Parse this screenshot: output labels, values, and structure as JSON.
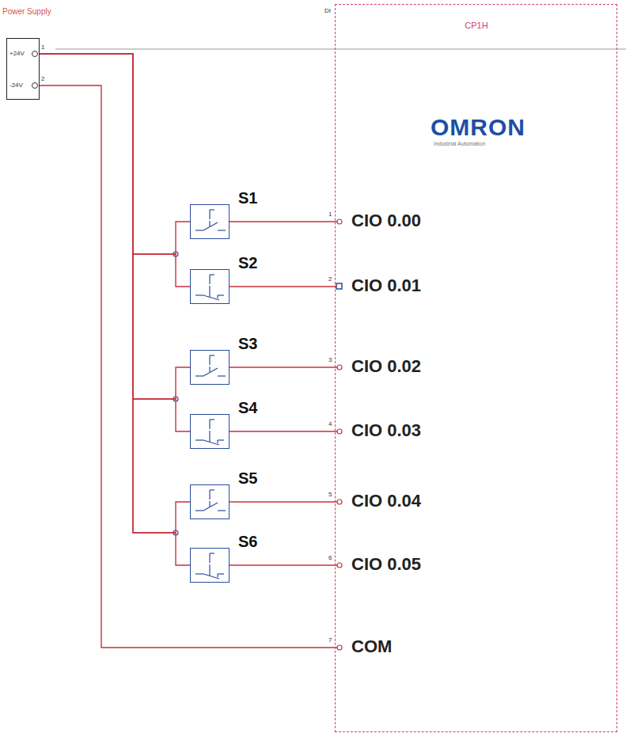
{
  "diagram": {
    "nodes": [
      {
        "text": [
          "Power Supply",
          "+24V",
          "-24V"
        ]
      },
      {
        "text": [
          "DI",
          "CP1H",
          "OMRON",
          "Industrial Automation"
        ]
      },
      {
        "text": [
          "S1"
        ]
      },
      {
        "text": [
          "S2"
        ]
      },
      {
        "text": [
          "S3"
        ]
      },
      {
        "text": [
          "S4"
        ]
      },
      {
        "text": [
          "S5"
        ]
      },
      {
        "text": [
          "S6"
        ]
      }
    ],
    "edges": [
      {
        "from": 0,
        "to": 2,
        "arrow": "none"
      },
      {
        "from": 0,
        "to": 3,
        "arrow": "none"
      },
      {
        "from": 0,
        "to": 4,
        "arrow": "none"
      },
      {
        "from": 0,
        "to": 5,
        "arrow": "none"
      },
      {
        "from": 0,
        "to": 6,
        "arrow": "none"
      },
      {
        "from": 0,
        "to": 7,
        "arrow": "none"
      },
      {
        "from": 2,
        "to": 1,
        "arrow": "none"
      },
      {
        "from": 3,
        "to": 1,
        "arrow": "none"
      },
      {
        "from": 4,
        "to": 1,
        "arrow": "none"
      },
      {
        "from": 5,
        "to": 1,
        "arrow": "none"
      },
      {
        "from": 6,
        "to": 1,
        "arrow": "none"
      },
      {
        "from": 7,
        "to": 1,
        "arrow": "none"
      },
      {
        "from": 0,
        "to": 1,
        "arrow": "none"
      }
    ],
    "labels": [
      "1",
      "2",
      "1",
      "CIO 0.00",
      "2",
      "CIO 0.01",
      "3",
      "CIO 0.02",
      "4",
      "CIO 0.03",
      "5",
      "CIO 0.04",
      "6",
      "CIO 0.05",
      "7",
      "COM"
    ]
  }
}
